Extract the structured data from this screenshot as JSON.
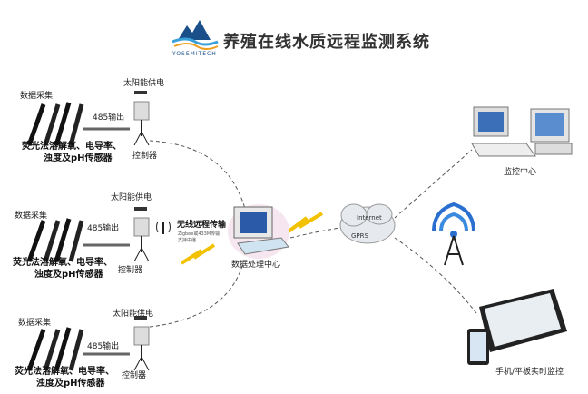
{
  "header": {
    "title": "养殖在线水质远程监测系统",
    "logo_text": "YOSEMITECH"
  },
  "stations": [
    {
      "collect": "数据采集",
      "power": "太阳能供电",
      "output": "485输出",
      "sensor_line1": "荧光法溶解氧、电导率、",
      "sensor_line2": "浊度及pH传感器",
      "controller": "控制器"
    },
    {
      "collect": "数据采集",
      "power": "太阳能供电",
      "output": "485输出",
      "sensor_line1": "荧光法溶解氧、电导率、",
      "sensor_line2": "浊度及pH传感器",
      "controller": "控制器"
    },
    {
      "collect": "数据采集",
      "power": "太阳能供电",
      "output": "485输出",
      "sensor_line1": "荧光法溶解氧、电导率、",
      "sensor_line2": "浊度及pH传感器",
      "controller": "控制器"
    }
  ],
  "wireless": {
    "title": "无线远程传输",
    "sub1": "Zigbee或433M传输",
    "sub2": "支持中继"
  },
  "center": {
    "label": "数据处理中心"
  },
  "cloud": {
    "line1": "Internet",
    "line2": "GPRS"
  },
  "monitor": {
    "label": "监控中心"
  },
  "mobile": {
    "label": "手机/平板实时监控"
  },
  "colors": {
    "lightning": "#f2c200",
    "title": "#333333",
    "logo_blue": "#1a4f8a"
  }
}
